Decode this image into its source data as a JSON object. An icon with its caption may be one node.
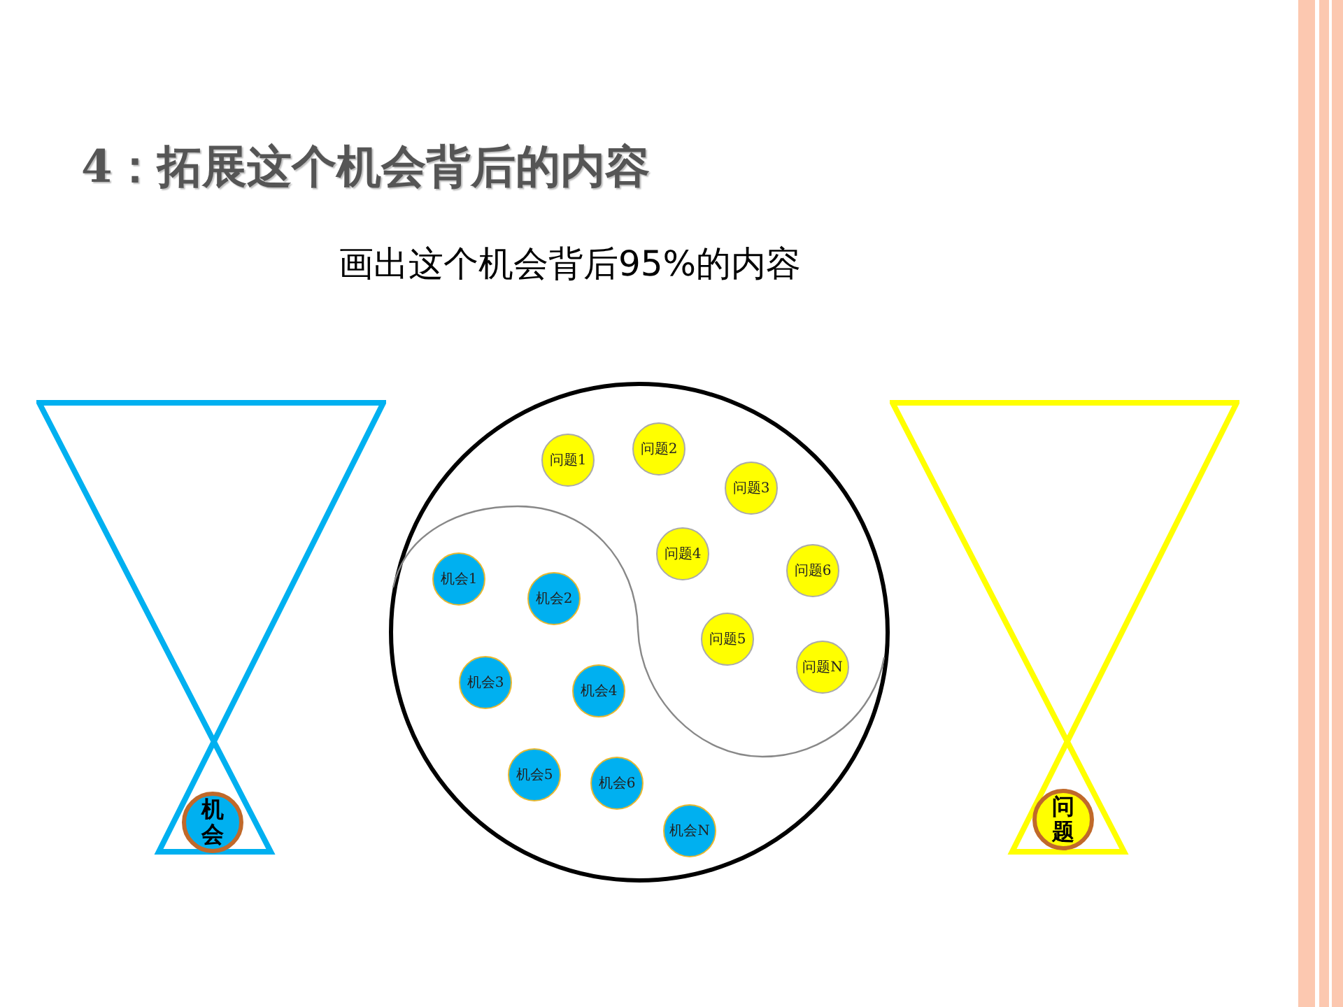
{
  "diagram": {
    "title": "4：拓展这个机会背后的内容",
    "nodes": [
      {
        "text": [],
        "shape": "hourglass"
      },
      {
        "text": [
          "机会"
        ],
        "in": 0
      },
      {
        "text": [],
        "shape": "circle"
      },
      {
        "text": [
          "问题1"
        ],
        "in": 2
      },
      {
        "text": [
          "问题2"
        ],
        "in": 2
      },
      {
        "text": [
          "问题3"
        ],
        "in": 2
      },
      {
        "text": [
          "问题4"
        ],
        "in": 2
      },
      {
        "text": [
          "问题6"
        ],
        "in": 2
      },
      {
        "text": [
          "问题5"
        ],
        "in": 2
      },
      {
        "text": [
          "问题N"
        ],
        "in": 2
      },
      {
        "text": [
          "机会1"
        ],
        "in": 2
      },
      {
        "text": [
          "机会2"
        ],
        "in": 2
      },
      {
        "text": [
          "机会3"
        ],
        "in": 2
      },
      {
        "text": [
          "机会4"
        ],
        "in": 2
      },
      {
        "text": [
          "机会5"
        ],
        "in": 2
      },
      {
        "text": [
          "机会6"
        ],
        "in": 2
      },
      {
        "text": [
          "机会N"
        ],
        "in": 2
      },
      {
        "text": [],
        "shape": "hourglass"
      },
      {
        "text": [
          "问题"
        ],
        "in": 17
      }
    ],
    "labels": [
      "画出这个机会背后95%的内容"
    ]
  }
}
